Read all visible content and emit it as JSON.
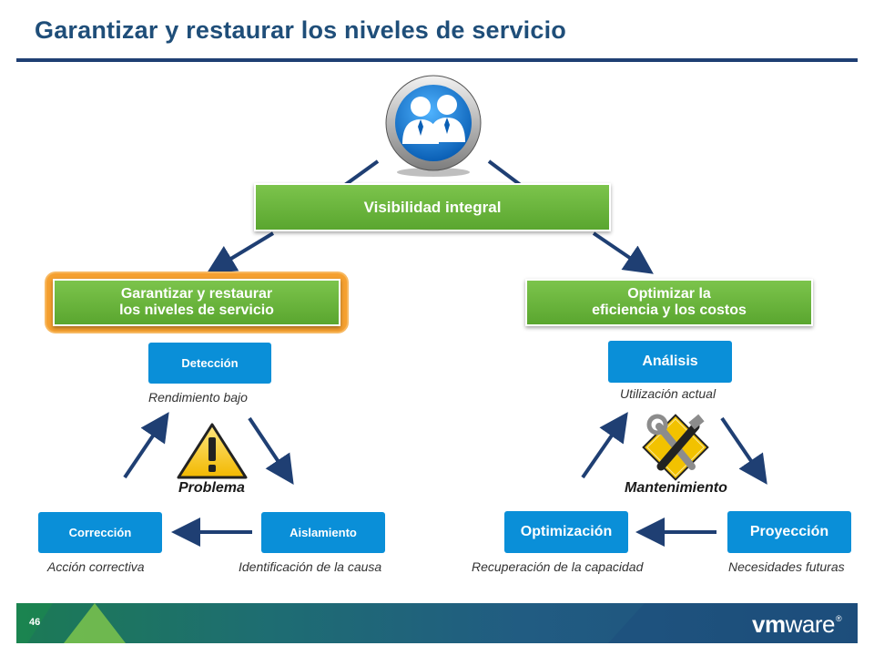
{
  "header": {
    "title": "Garantizar y restaurar los niveles de servicio"
  },
  "center": {
    "icon": "people-icon",
    "visibility_label": "Visibilidad integral"
  },
  "left_branch": {
    "title_line1": "Garantizar y restaurar",
    "title_line2": "los niveles de servicio",
    "highlight_color": "#f5a030",
    "cycle_label": "Problema",
    "cycle_icon": "warning-icon",
    "nodes": {
      "top": {
        "label": "Detección",
        "caption": "Rendimiento bajo"
      },
      "right": {
        "label": "Aislamiento",
        "caption": "Identificación de la causa"
      },
      "left": {
        "label": "Corrección",
        "caption": "Acción correctiva"
      }
    }
  },
  "right_branch": {
    "title_line1": "Optimizar la",
    "title_line2": "eficiencia y los costos",
    "cycle_label": "Mantenimiento",
    "cycle_icon": "tools-icon",
    "nodes": {
      "top": {
        "label": "Análisis",
        "caption": "Utilización actual"
      },
      "right": {
        "label": "Proyección",
        "caption": "Necesidades futuras"
      },
      "left": {
        "label": "Optimización",
        "caption": "Recuperación de la capacidad"
      }
    }
  },
  "footer": {
    "page_number": "46",
    "logo_vm": "vm",
    "logo_ware": "ware",
    "logo_mark": "®"
  },
  "colors": {
    "title": "#1f4e79",
    "green": "#5aa62f",
    "blue_box": "#0a8fd8",
    "arrow": "#1f3f73"
  }
}
